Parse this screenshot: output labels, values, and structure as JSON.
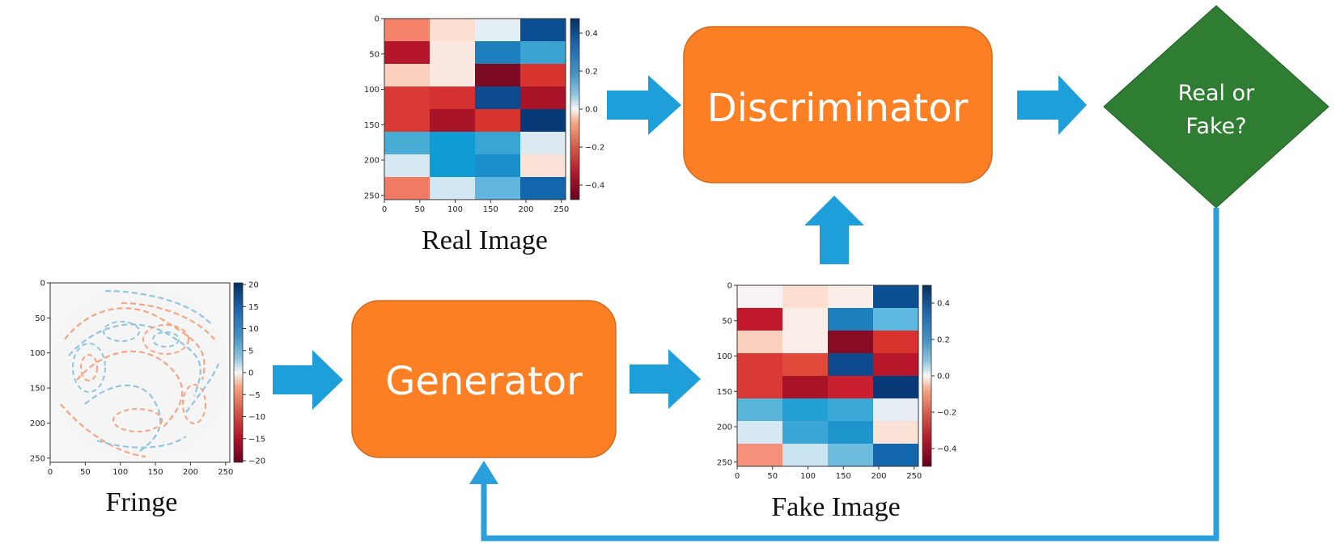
{
  "labels": {
    "real_image": "Real Image",
    "fake_image": "Fake Image",
    "fringe": "Fringe",
    "generator": "Generator",
    "discriminator": "Discriminator",
    "decision_line1": "Real or",
    "decision_line2": "Fake?"
  },
  "colors": {
    "box_fill": "#fd7f24",
    "box_stroke": "#d06a1e",
    "decision_fill": "#2e7d32",
    "arrow_fill": "#1e9fda",
    "feedback_line": "#2a9fdc"
  },
  "heatmap_axis": {
    "ticks": [
      "0",
      "50",
      "100",
      "150",
      "200",
      "250"
    ]
  },
  "real_colorbar_ticks": [
    "0.4",
    "0.2",
    "0.0",
    "−0.2",
    "−0.4"
  ],
  "fake_colorbar_ticks": [
    "0.4",
    "0.2",
    "0.0",
    "−0.2",
    "−0.4"
  ],
  "fringe_colorbar_ticks": [
    "20",
    "15",
    "10",
    "5",
    "0",
    "−5",
    "−10",
    "−15",
    "−20"
  ],
  "real_grid": [
    [
      "#f4836a",
      "#fde0d2",
      "#e3eef5",
      "#0b4f93"
    ],
    [
      "#b5152a",
      "#fbe8e0",
      "#1d7fbc",
      "#3aa3d0"
    ],
    [
      "#fcd0bf",
      "#fbe8e0",
      "#7b0a22",
      "#d9332e"
    ],
    [
      "#d93a35",
      "#d63131",
      "#0d4b8e",
      "#a81327"
    ],
    [
      "#d93a35",
      "#a81327",
      "#d9332e",
      "#083a78"
    ],
    [
      "#48acd4",
      "#0f9cd4",
      "#38a6d2",
      "#dde9f1"
    ],
    [
      "#d6e8f2",
      "#0f9cd4",
      "#1b8fc9",
      "#fbe2d6"
    ],
    [
      "#f17a65",
      "#d1e8f4",
      "#60b6dc",
      "#1266ab"
    ]
  ],
  "fake_grid": [
    [
      "#f7f3f3",
      "#fde0d2",
      "#fbeee8",
      "#0b4f93"
    ],
    [
      "#c2182b",
      "#fbeee8",
      "#1d7fbc",
      "#5cb8de"
    ],
    [
      "#fcd0bf",
      "#fbeee8",
      "#8a0b24",
      "#d9332e"
    ],
    [
      "#d93a35",
      "#e14a3b",
      "#0d4b8e",
      "#b8162b"
    ],
    [
      "#d93a35",
      "#a81327",
      "#c81e2e",
      "#083a78"
    ],
    [
      "#59b6da",
      "#22a0d6",
      "#3ba7d4",
      "#e6eef4"
    ],
    [
      "#d6e8f2",
      "#3aa6d6",
      "#1f95cd",
      "#fbe2d6"
    ],
    [
      "#f5907a",
      "#c9e3f1",
      "#6ebce0",
      "#1266ab"
    ]
  ]
}
